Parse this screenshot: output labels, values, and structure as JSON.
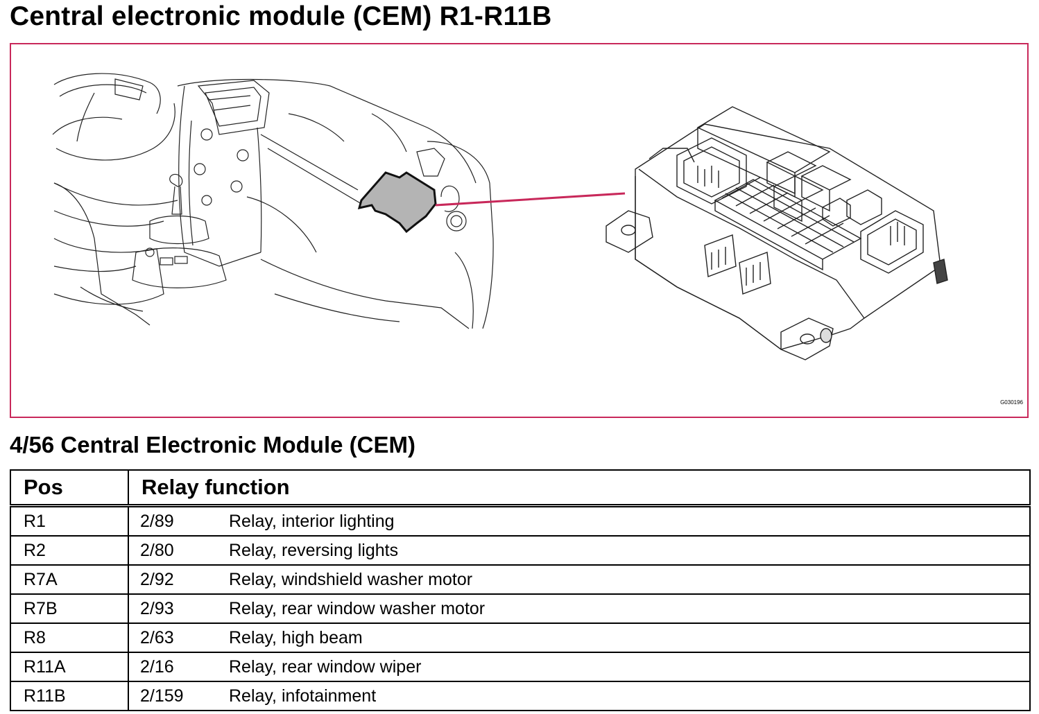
{
  "page": {
    "title": "Central electronic module (CEM) R1-R11B",
    "figure_code": "G030196",
    "subtitle": "4/56 Central Electronic Module (CEM)"
  },
  "table": {
    "headers": [
      "Pos",
      "Relay function"
    ],
    "rows": [
      {
        "pos": "R1",
        "ref": "2/89",
        "function": "Relay, interior lighting"
      },
      {
        "pos": "R2",
        "ref": "2/80",
        "function": "Relay, reversing lights"
      },
      {
        "pos": "R7A",
        "ref": "2/92",
        "function": "Relay, windshield washer motor"
      },
      {
        "pos": "R7B",
        "ref": "2/93",
        "function": "Relay, rear window washer motor"
      },
      {
        "pos": "R8",
        "ref": "2/63",
        "function": "Relay, high beam"
      },
      {
        "pos": "R11A",
        "ref": "2/16",
        "function": "Relay, rear window wiper"
      },
      {
        "pos": "R11B",
        "ref": "2/159",
        "function": "Relay, infotainment"
      }
    ]
  },
  "colors": {
    "frame": "#c8285a",
    "leader_line": "#c8285a",
    "module_highlight": "#b4b4b4"
  },
  "icons": [
    "dashboard-illustration",
    "cem-module-illustration"
  ]
}
